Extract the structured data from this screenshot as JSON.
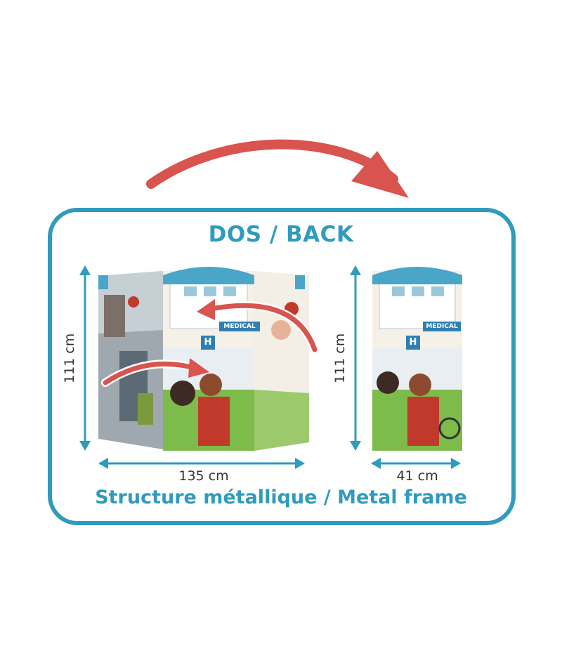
{
  "title": "DOS / BACK",
  "subtitle": "Structure métallique / Metal frame",
  "left_panel": {
    "height_label": "111 cm",
    "width_label": "135 cm",
    "sign_text": "MEDICAL",
    "sign_icon": "H"
  },
  "right_panel": {
    "height_label": "111 cm",
    "width_label": "41 cm",
    "sign_text": "MEDICAL",
    "sign_icon": "H"
  },
  "colors": {
    "accent": "#2f9bbd",
    "arrow": "#d9534f",
    "dimension_text": "#333333"
  }
}
